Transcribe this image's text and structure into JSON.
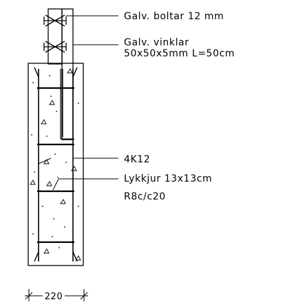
{
  "labels": {
    "bolts": "Galv. boltar 12 mm",
    "angles_line1": "Galv. vinklar",
    "angles_line2": "50x50x5mm   L=50cm",
    "rebar": "4K12",
    "formwork": "Lykkjur 13x13cm",
    "stirrups": "R8c/c20",
    "width_dimension": "220"
  },
  "colors": {
    "ink": "#000000",
    "background": "#ffffff"
  }
}
